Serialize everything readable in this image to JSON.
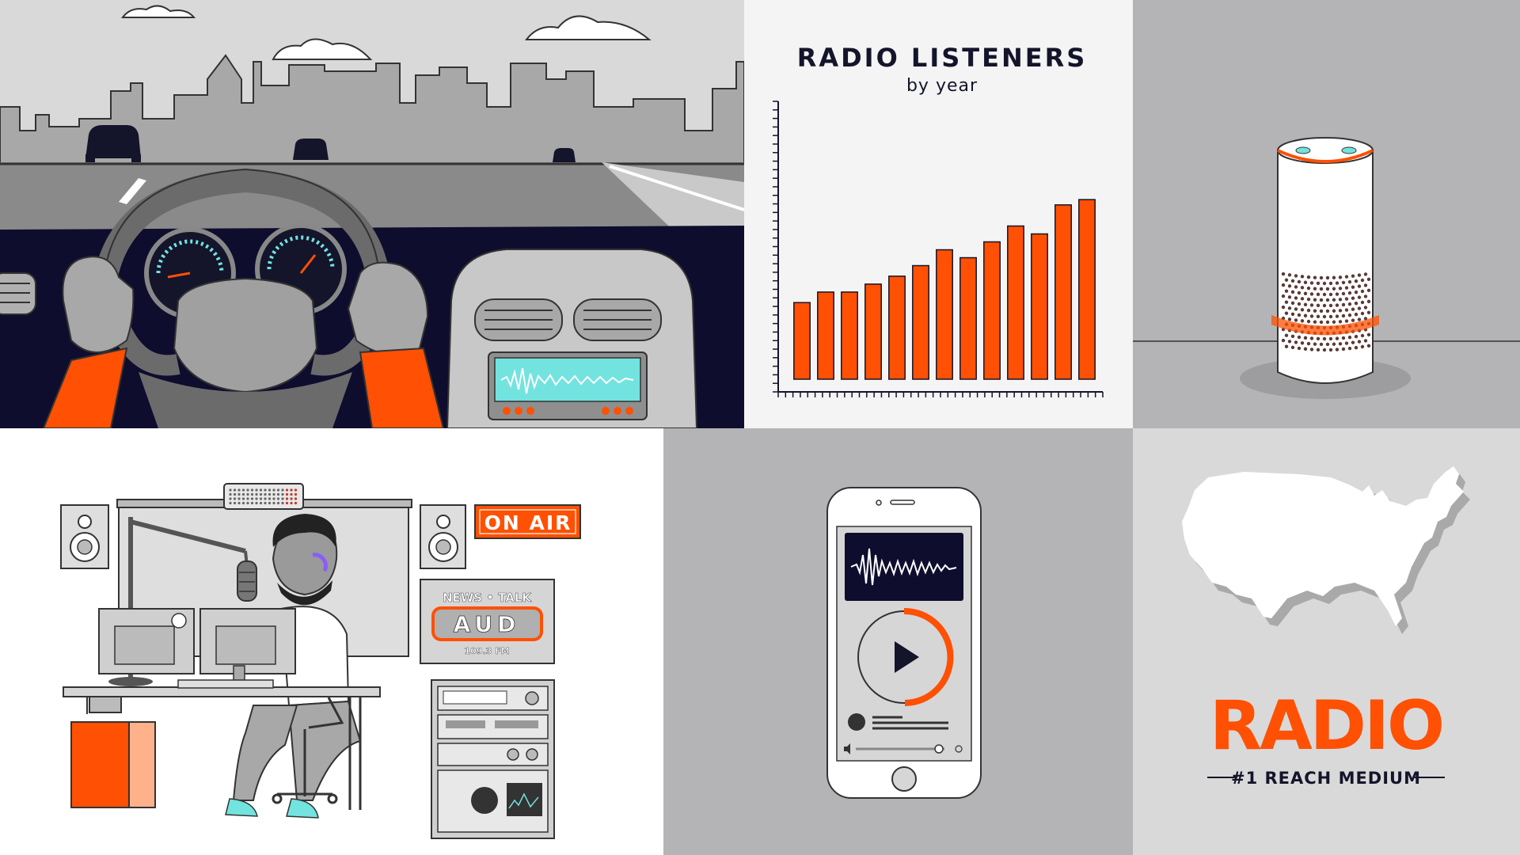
{
  "colors": {
    "accent": "#ff5003",
    "navy": "#14142b",
    "teal": "#73e3df",
    "gray_panel": "#b4b4b6",
    "light_panel": "#d9d9d9"
  },
  "chart_panel": {
    "title": "RADIO LISTENERS",
    "subtitle": "by year"
  },
  "chart_data": {
    "type": "bar",
    "title": "RADIO LISTENERS",
    "subtitle": "by year",
    "xlabel": "",
    "ylabel": "",
    "values": [
      29,
      33,
      33,
      36,
      39,
      43,
      49,
      46,
      52,
      58,
      55,
      66,
      68
    ],
    "ylim": [
      0,
      110
    ],
    "grid": false,
    "legend": "none",
    "bar_color": "#ff5003"
  },
  "studio_panel": {
    "on_air": "ON AIR",
    "station_line1": "NEWS • TALK",
    "station_name": "AUD",
    "station_freq": "109.3 FM"
  },
  "map_panel": {
    "brand": "RADIO",
    "tagline": "#1 REACH MEDIUM"
  },
  "icons": {
    "car": "steering-wheel-icon",
    "speaker": "smart-speaker-icon",
    "phone": "play-icon",
    "map": "usa-map-icon"
  }
}
